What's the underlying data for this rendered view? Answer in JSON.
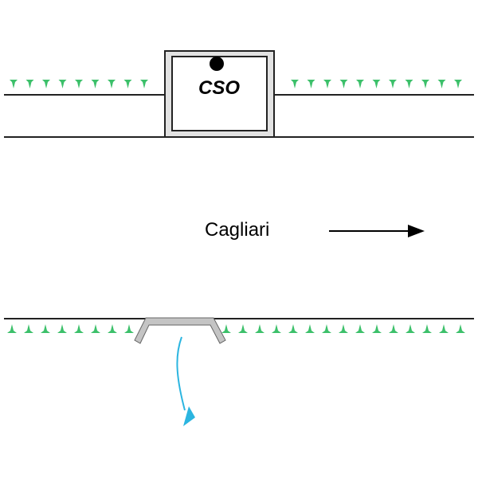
{
  "diagram": {
    "cso_label": "CSO",
    "direction_label": "Cagliari",
    "colors": {
      "line": "#222222",
      "grass": "#3cc06a",
      "box_frame": "#e0e0e0",
      "grate": "#c4c4c4",
      "flow": "#2bb5e0"
    },
    "top_grass_left_count": 9,
    "top_grass_right_count": 11,
    "bottom_grass_left_count": 8,
    "bottom_grass_right_count": 15
  }
}
